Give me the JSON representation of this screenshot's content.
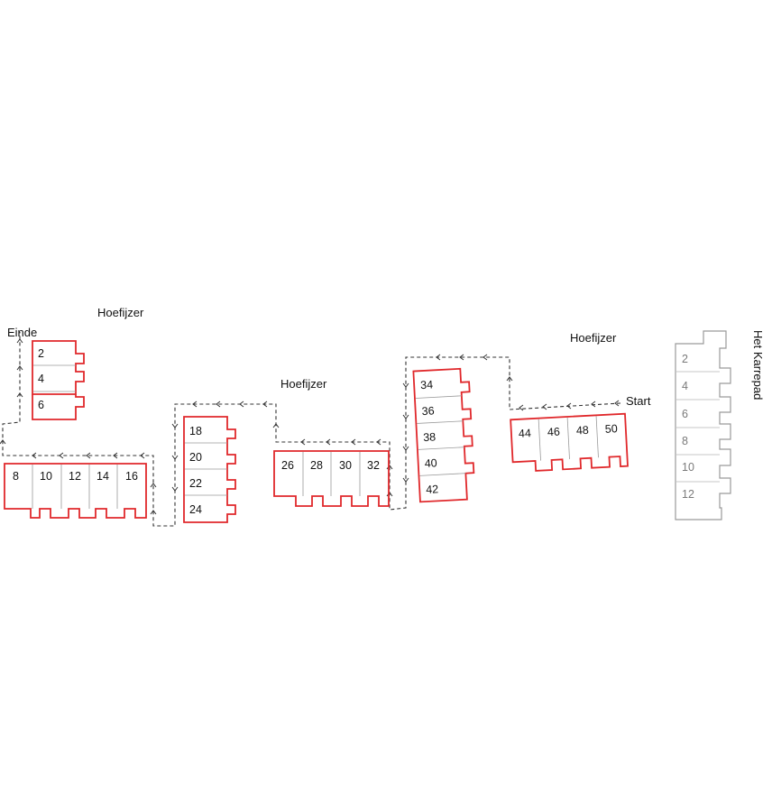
{
  "labels": {
    "street_top_left": "Hoefijzer",
    "street_middle": "Hoefijzer",
    "street_right": "Hoefijzer",
    "street_far_right": "Het Karrepad",
    "end": "Einde",
    "start": "Start"
  },
  "blocks": {
    "a": [
      "2",
      "4",
      "6"
    ],
    "b": [
      "8",
      "10",
      "12",
      "14",
      "16"
    ],
    "c": [
      "18",
      "20",
      "22",
      "24"
    ],
    "d": [
      "26",
      "28",
      "30",
      "32"
    ],
    "e": [
      "34",
      "36",
      "38",
      "40",
      "42"
    ],
    "f": [
      "44",
      "46",
      "48",
      "50"
    ],
    "g": [
      "2",
      "4",
      "6",
      "8",
      "10",
      "12"
    ]
  },
  "colors": {
    "route_blocks": "#e0282b",
    "other_blocks": "#9a9a9a",
    "route_line": "#333333"
  }
}
